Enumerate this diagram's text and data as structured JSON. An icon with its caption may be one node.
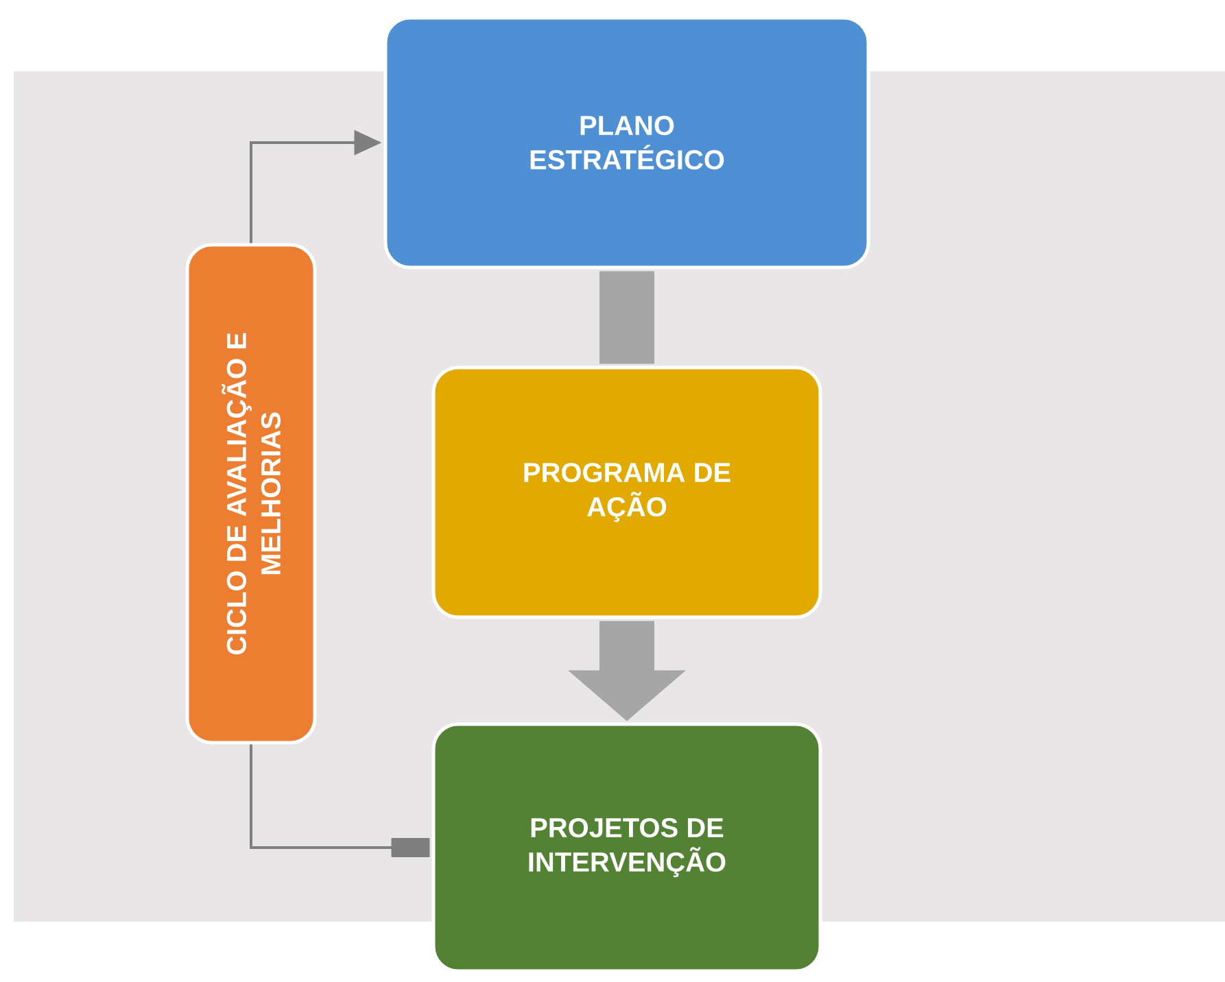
{
  "diagram": {
    "nodes": [
      {
        "text": [
          "PLANO ESTRATÉGICO"
        ]
      },
      {
        "text": [
          "PROGRAMA DE AÇÃO"
        ]
      },
      {
        "text": [
          "PROJETOS DE INTERVENÇÃO"
        ]
      },
      {
        "text": [
          "CICLO DE AVALIAÇÃO E MELHORIAS"
        ]
      }
    ],
    "edges": [
      {
        "from": 0,
        "to": 1,
        "arrow": "none",
        "style": "thick",
        "color": "#a6a6a6"
      },
      {
        "from": 1,
        "to": 2,
        "arrow": "to",
        "style": "thick",
        "color": "#a6a6a6"
      },
      {
        "from": 3,
        "to": 0,
        "arrow": "to"
      },
      {
        "from": 3,
        "to": 2,
        "arrow": "other"
      }
    ]
  }
}
